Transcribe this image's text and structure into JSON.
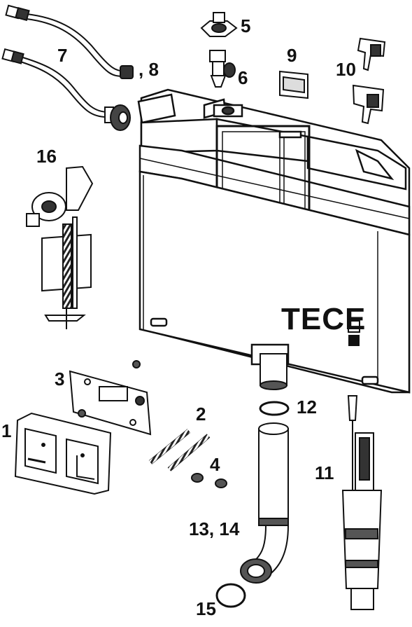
{
  "brand_logo_text": "TECE",
  "callouts": [
    {
      "id": "part-1",
      "text": "1"
    },
    {
      "id": "part-2",
      "text": "2"
    },
    {
      "id": "part-3",
      "text": "3"
    },
    {
      "id": "part-4",
      "text": "4"
    },
    {
      "id": "part-5",
      "text": "5"
    },
    {
      "id": "part-6",
      "text": "6"
    },
    {
      "id": "part-7",
      "text": "7"
    },
    {
      "id": "part-8",
      "text": ", 8"
    },
    {
      "id": "part-9",
      "text": "9"
    },
    {
      "id": "part-10",
      "text": "10"
    },
    {
      "id": "part-11",
      "text": "11"
    },
    {
      "id": "part-12",
      "text": "12"
    },
    {
      "id": "part-13-14",
      "text": "13, 14"
    },
    {
      "id": "part-15",
      "text": "15"
    },
    {
      "id": "part-16",
      "text": "16"
    }
  ]
}
